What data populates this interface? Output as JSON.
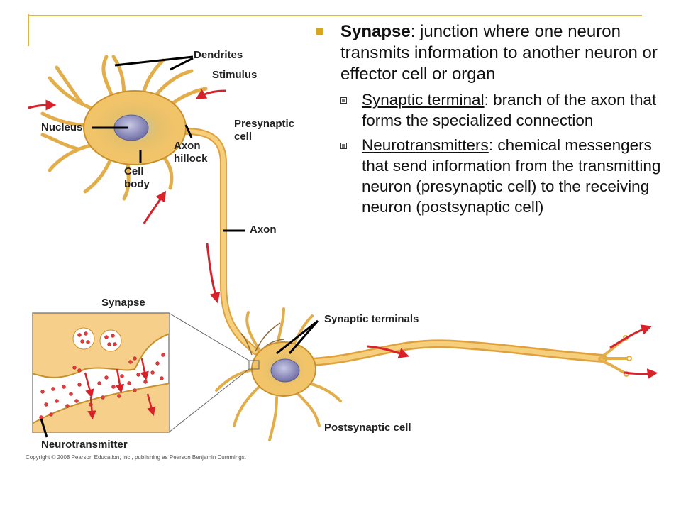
{
  "colors": {
    "frame_line": "#d9b64a",
    "bullet_marker": "#d9a520",
    "neuron_fill": "#f2c46a",
    "neuron_edge": "#c9902a",
    "arrow": "#d9212a",
    "vesicle": "#e23b3b"
  },
  "labels": {
    "dendrites": "Dendrites",
    "stimulus": "Stimulus",
    "nucleus": "Nucleus",
    "presynaptic_cell": [
      "Presynaptic",
      "cell"
    ],
    "axon_hillock": [
      "Axon",
      "hillock"
    ],
    "cell_body": [
      "Cell",
      "body"
    ],
    "axon": "Axon",
    "synapse": "Synapse",
    "synaptic_terminals": "Synaptic terminals",
    "postsynaptic_cell": "Postsynaptic cell",
    "neurotransmitter": "Neurotransmitter"
  },
  "copyright": "Copyright © 2008 Pearson Education, Inc., publishing as Pearson Benjamin Cummings.",
  "bullets": {
    "main": {
      "term": "Synapse",
      "rest": ":  junction where one neuron transmits information to another neuron or effector cell or organ"
    },
    "subs": [
      {
        "term": "Synaptic terminal",
        "rest": ":  branch of the axon that forms the specialized connection"
      },
      {
        "term": "Neurotransmitters",
        "rest": ":  chemical messengers that send information from the transmitting neuron (presynaptic cell) to the receiving neuron (postsynaptic cell)"
      }
    ]
  },
  "icons": {
    "main_bullet": "filled-square-bullet",
    "sub_bullet": "hollow-square-bullet"
  }
}
